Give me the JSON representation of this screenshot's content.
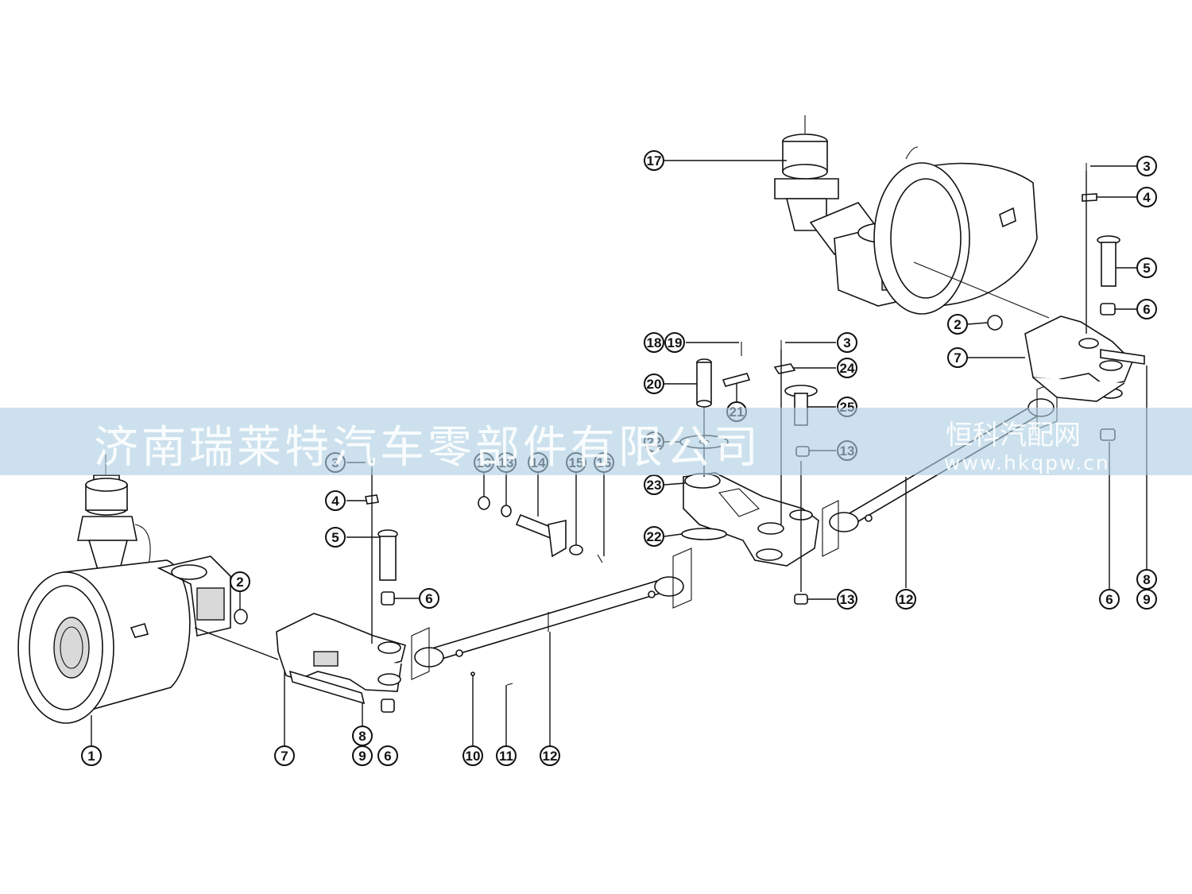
{
  "callouts": {
    "left": {
      "c1": "1",
      "c2": "2",
      "c3": "3",
      "c4": "4",
      "c5": "5",
      "c6a": "6",
      "c6b": "6",
      "c7": "7",
      "c8": "8",
      "c9": "9",
      "c10": "10",
      "c11": "11",
      "c12": "12"
    },
    "center": {
      "c13a": "13",
      "c13b": "13",
      "c14": "14",
      "c15": "15",
      "c16": "16",
      "c18": "18",
      "c19": "19",
      "c20": "20",
      "c21": "21",
      "c22a": "22",
      "c22b": "22",
      "c23": "23",
      "c3": "3",
      "c24": "24",
      "c25": "25",
      "c13c": "13",
      "c13d": "13",
      "c12": "12"
    },
    "right": {
      "c17": "17",
      "c3": "3",
      "c4": "4",
      "c5": "5",
      "c6a": "6",
      "c2": "2",
      "c7": "7",
      "c8": "8",
      "c9": "9",
      "c6b": "6"
    }
  },
  "watermark": {
    "main": "济南瑞莱特汽车零部件有限公司",
    "sub": "恒科汽配网",
    "url": "www.hkqpw.cn"
  },
  "colors": {
    "line": "#111111",
    "banner": "#adcee2"
  }
}
